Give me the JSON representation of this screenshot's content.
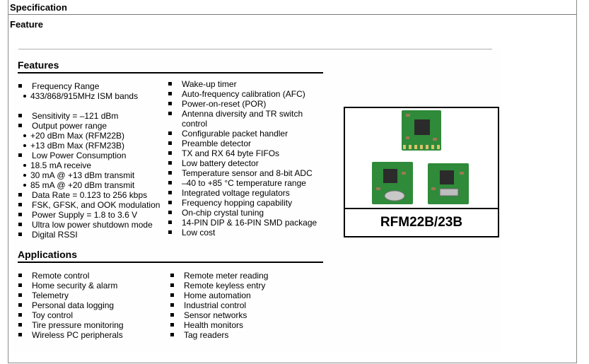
{
  "header": {
    "section_title": "Specification",
    "subtitle": "Feature"
  },
  "features": {
    "heading": "Features",
    "left": [
      {
        "kind": "item",
        "text": "Frequency Range"
      },
      {
        "kind": "sub",
        "text": "433/868/915MHz ISM bands"
      },
      {
        "kind": "gap"
      },
      {
        "kind": "item",
        "text": "Sensitivity = –121 dBm"
      },
      {
        "kind": "item",
        "text": "Output power range"
      },
      {
        "kind": "sub",
        "text": "+20 dBm Max (RFM22B)"
      },
      {
        "kind": "sub",
        "text": "+13 dBm Max (RFM23B)"
      },
      {
        "kind": "item",
        "text": "Low Power Consumption"
      },
      {
        "kind": "sub",
        "text": "18.5 mA receive"
      },
      {
        "kind": "sub",
        "text": "30 mA @ +13 dBm transmit"
      },
      {
        "kind": "sub",
        "text": "85 mA @ +20 dBm transmit"
      },
      {
        "kind": "item",
        "text": "Data Rate = 0.123 to 256 kbps"
      },
      {
        "kind": "item",
        "text": "FSK, GFSK, and OOK modulation"
      },
      {
        "kind": "item",
        "text": "Power Supply = 1.8 to 3.6 V"
      },
      {
        "kind": "item",
        "text": "Ultra low power shutdown mode"
      },
      {
        "kind": "item",
        "text": "Digital RSSI"
      }
    ],
    "right": [
      {
        "kind": "item",
        "text": "Wake-up timer"
      },
      {
        "kind": "item",
        "text": "Auto-frequency calibration (AFC)"
      },
      {
        "kind": "item",
        "text": "Power-on-reset (POR)"
      },
      {
        "kind": "item2",
        "text": "Antenna diversity and TR switch control"
      },
      {
        "kind": "item",
        "text": "Configurable packet handler"
      },
      {
        "kind": "item",
        "text": "Preamble detector"
      },
      {
        "kind": "item",
        "text": "TX and RX 64 byte FIFOs"
      },
      {
        "kind": "item",
        "text": "Low battery detector"
      },
      {
        "kind": "item",
        "text": "Temperature sensor and 8-bit ADC"
      },
      {
        "kind": "item",
        "text": "–40 to +85 °C temperature range"
      },
      {
        "kind": "item",
        "text": "Integrated voltage regulators"
      },
      {
        "kind": "item",
        "text": "Frequency hopping capability"
      },
      {
        "kind": "item",
        "text": "On-chip crystal tuning"
      },
      {
        "kind": "item",
        "text": "14-PIN DIP & 16-PIN SMD package"
      },
      {
        "kind": "item",
        "text": "Low cost"
      }
    ]
  },
  "applications": {
    "heading": "Applications",
    "left": [
      "Remote control",
      "Home security & alarm",
      "Telemetry",
      "Personal data logging",
      "Toy control",
      "Tire pressure monitoring",
      "Wireless PC peripherals"
    ],
    "right": [
      "Remote meter reading",
      "Remote keyless entry",
      "Home automation",
      "Industrial control",
      "Sensor networks",
      "Health monitors",
      "Tag readers"
    ]
  },
  "product": {
    "caption": "RFM22B/23B",
    "pcb_color": "#2f8a3a",
    "chip_color": "#2b2b2b"
  }
}
